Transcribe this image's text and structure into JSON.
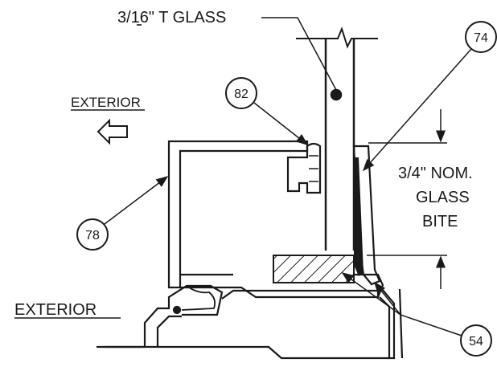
{
  "labels": {
    "glass": "3/16\" T GLASS",
    "exterior_top": "EXTERIOR",
    "exterior_bottom": "EXTERIOR",
    "bite_line1": "3/4\" NOM.",
    "bite_line2": "GLASS",
    "bite_line3": "BITE"
  },
  "callouts": {
    "c74": "74",
    "c82": "82",
    "c78": "78",
    "c54": "54"
  },
  "icons": {
    "exterior_arrow": "arrow-left-outline-icon"
  },
  "colors": {
    "ink": "#1a1a1a",
    "paper": "#ffffff"
  }
}
